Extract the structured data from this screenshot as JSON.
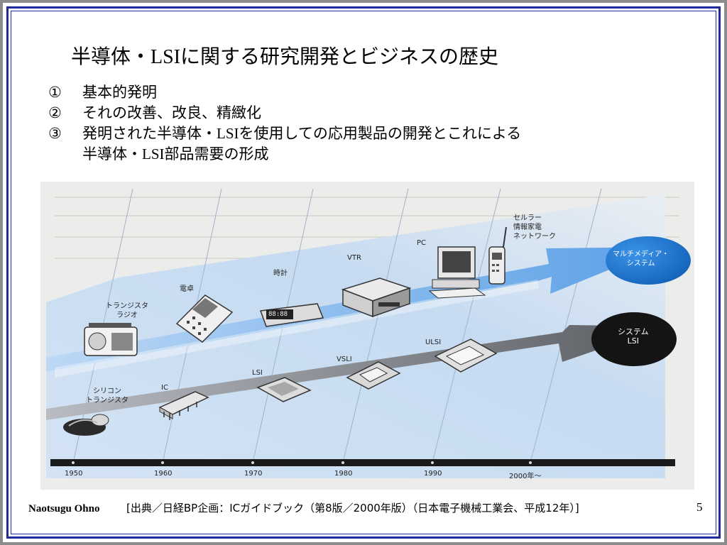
{
  "slide": {
    "title_prefix": "半導体・",
    "title_lsi": "LSI",
    "title_suffix": "に関する研究開発とビジネスの歴史",
    "points": [
      {
        "num": "①",
        "text": "基本的発明"
      },
      {
        "num": "②",
        "text": "それの改善、改良、精緻化"
      },
      {
        "num": "③",
        "text_a": "発明された半導体・",
        "text_lsi": "LSI",
        "text_b": "を使用しての応用製品の開発とこれによる"
      }
    ],
    "point3_cont_a": "半導体・",
    "point3_cont_lsi": "LSI",
    "point3_cont_b": "部品需要の形成",
    "author": "Naotsugu Ohno",
    "source": "[出典／日経BP企画：ICガイドブック（第8版／2000年版）（日本電子機械工業会、平成12年）]",
    "page_number": "5"
  },
  "figure": {
    "years": [
      "1950",
      "1960",
      "1970",
      "1980",
      "1990",
      "2000年～"
    ],
    "products": {
      "radio": "トランジスタ\nラジオ",
      "calculator": "電卓",
      "clock": "時計",
      "vtr": "VTR",
      "pc": "PC",
      "cellular": "セルラー\n情報家電\nネットワーク"
    },
    "devices": {
      "transistor": "シリコン\nトランジスタ",
      "ic": "IC",
      "lsi": "LSI",
      "vlsi": "VSLI",
      "ulsi": "ULSI"
    },
    "clock_display": "88:88",
    "multimedia_target": "マルチメディア・\nシステム",
    "system_lsi_target": "システム\nLSI",
    "colors": {
      "arrow_blue": "#5aa0e6",
      "target_blue": "#1a7ad6",
      "target_black": "#111111"
    }
  }
}
